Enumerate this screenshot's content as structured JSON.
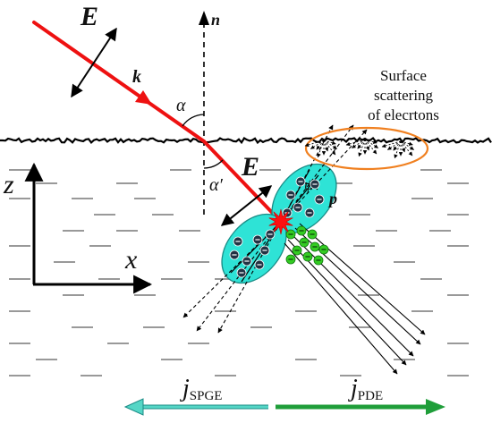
{
  "labels": {
    "E_incident": "E",
    "k": "k",
    "n": "n",
    "alpha": "α",
    "alpha_prime": "α′",
    "E_refracted": "E",
    "psi": "ψ",
    "p": "p",
    "z_axis": "z",
    "x_axis": "x",
    "surface_line1": "Surface",
    "surface_line2": "scattering",
    "surface_line3": "of elecrtons",
    "j_spge_main": "j",
    "j_spge_sub": "SPGE",
    "j_pde_main": "j",
    "j_pde_sub": "PDE"
  },
  "colors": {
    "beam": "#ee1111",
    "lobe_fill": "#2ee3d6",
    "lobe_stroke": "#1a8c86",
    "electron_dark": "#223344",
    "electron_green": "#33cc22",
    "ellipse": "#f08020",
    "j_spge_arrow": "#55d6c6",
    "j_pde_arrow": "#1f9e3a",
    "dash_lines": "#999999",
    "text": "#111111"
  },
  "icons": {
    "star": "red-star-absorption-icon",
    "electron": "electron-minus-icon"
  }
}
